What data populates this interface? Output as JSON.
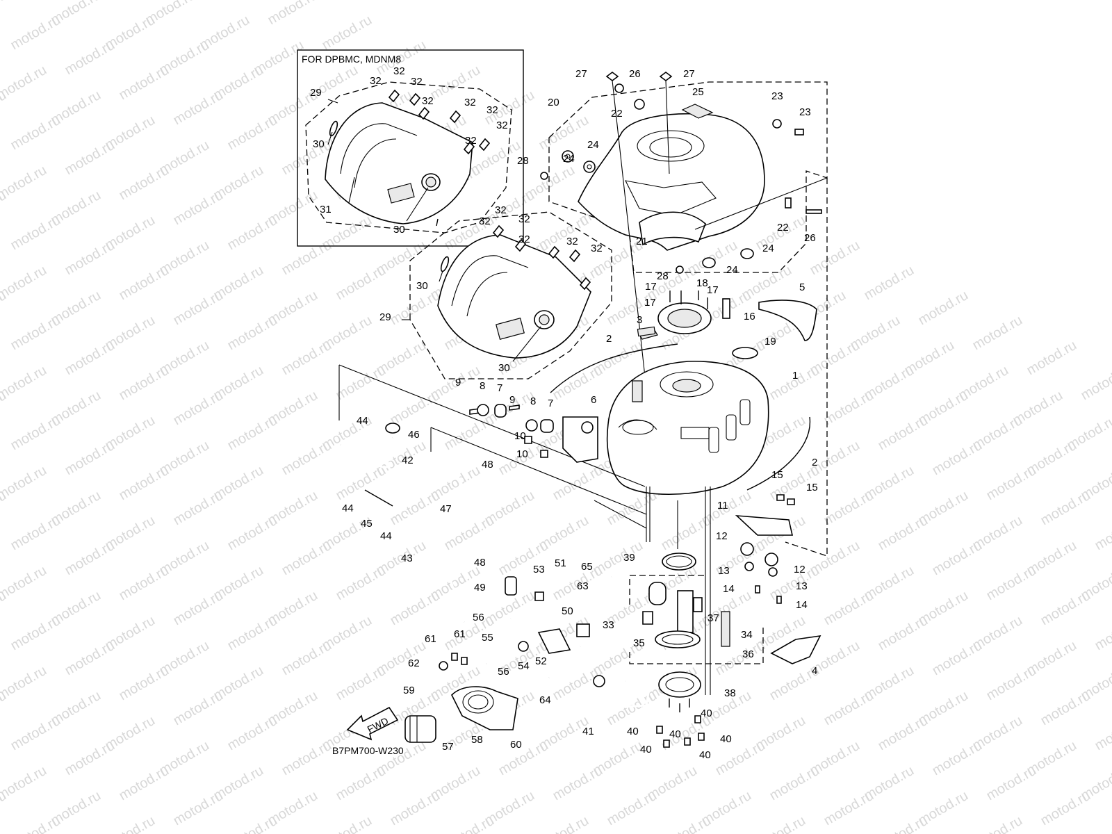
{
  "watermark": "motod.ru",
  "inset_title": "FOR DPBMC, MDNM8",
  "fwd_label": "FWD",
  "diagram_code": "B7PM700-W230",
  "labels": {
    "l1": "1",
    "l2a": "2",
    "l2b": "2",
    "l3": "3",
    "l4": "4",
    "l5": "5",
    "l6": "6",
    "l7a": "7",
    "l7b": "7",
    "l8a": "8",
    "l8b": "8",
    "l9a": "9",
    "l9b": "9",
    "l10a": "10",
    "l10b": "10",
    "l11": "11",
    "l12a": "12",
    "l12b": "12",
    "l13a": "13",
    "l13b": "13",
    "l14a": "14",
    "l14b": "14",
    "l15a": "15",
    "l15b": "15",
    "l16": "16",
    "l17a": "17",
    "l17b": "17",
    "l17c": "17",
    "l18": "18",
    "l19": "19",
    "l20": "20",
    "l21": "21",
    "l22a": "22",
    "l22b": "22",
    "l23a": "23",
    "l23b": "23",
    "l24a": "24",
    "l24b": "24",
    "l24c": "24",
    "l24d": "24",
    "l25": "25",
    "l26a": "26",
    "l26b": "26",
    "l27a": "27",
    "l27b": "27",
    "l28a": "28",
    "l28b": "28",
    "l29a": "29",
    "l29b": "29",
    "l30a": "30",
    "l30b": "30",
    "l30c": "30",
    "l30d": "30",
    "l31": "31",
    "l32a": "32",
    "l32b": "32",
    "l32c": "32",
    "l32d": "32",
    "l32e": "32",
    "l32f": "32",
    "l32g": "32",
    "l32h": "32",
    "l32i": "32",
    "l32j": "32",
    "l32k": "32",
    "l32l": "32",
    "l32m": "32",
    "l32n": "32",
    "l33": "33",
    "l34": "34",
    "l35": "35",
    "l36": "36",
    "l37": "37",
    "l38": "38",
    "l39": "39",
    "l40a": "40",
    "l40b": "40",
    "l40c": "40",
    "l40d": "40",
    "l40e": "40",
    "l40f": "40",
    "l41": "41",
    "l42": "42",
    "l43": "43",
    "l44a": "44",
    "l44b": "44",
    "l44c": "44",
    "l45": "45",
    "l46": "46",
    "l47": "47",
    "l48a": "48",
    "l48b": "48",
    "l49": "49",
    "l50": "50",
    "l51": "51",
    "l52": "52",
    "l53": "53",
    "l54": "54",
    "l55": "55",
    "l56a": "56",
    "l56b": "56",
    "l57": "57",
    "l58": "58",
    "l59": "59",
    "l60": "60",
    "l61a": "61",
    "l61b": "61",
    "l62": "62",
    "l63": "63",
    "l64": "64",
    "l65": "65"
  }
}
